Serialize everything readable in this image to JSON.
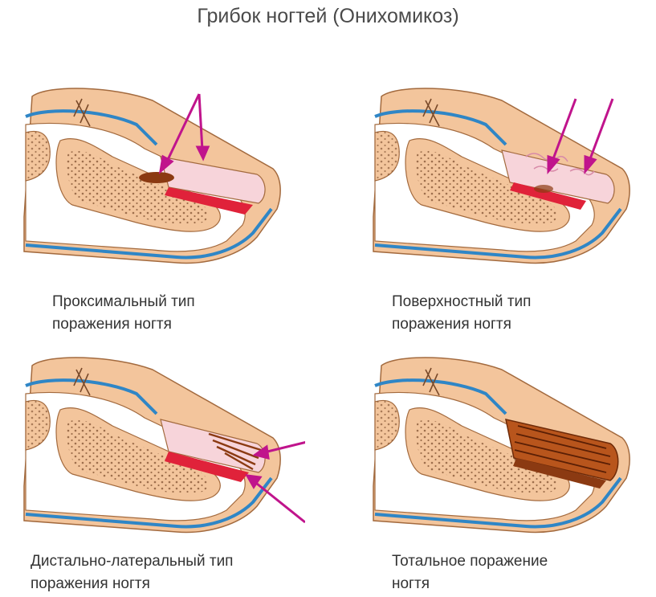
{
  "title": "Грибок ногтей (Онихомикоз)",
  "panels": [
    {
      "id": "proximal",
      "caption_line1": "Проксимальный тип",
      "caption_line2": "поражения ногтя"
    },
    {
      "id": "superficial",
      "caption_line1": "Поверхностный тип",
      "caption_line2": "поражения ногтя"
    },
    {
      "id": "distal-lateral",
      "caption_line1": "Дистально-латеральный тип",
      "caption_line2": "поражения ногтя"
    },
    {
      "id": "total",
      "caption_line1": "Тотальное поражение",
      "caption_line2": "ногтя"
    }
  ],
  "colors": {
    "skin": "#f3c59c",
    "skin_outline": "#a36a3e",
    "bone": "#f3c59c",
    "bone_dots": "#7a4a2a",
    "blue_line": "#2f86c6",
    "nail": "#f7d4da",
    "nail_bed": "#e0223a",
    "infection": "#8b3a12",
    "arrow": "#c0148c"
  },
  "icons": [
    "finger-cross-section-icon",
    "arrow-icon"
  ]
}
